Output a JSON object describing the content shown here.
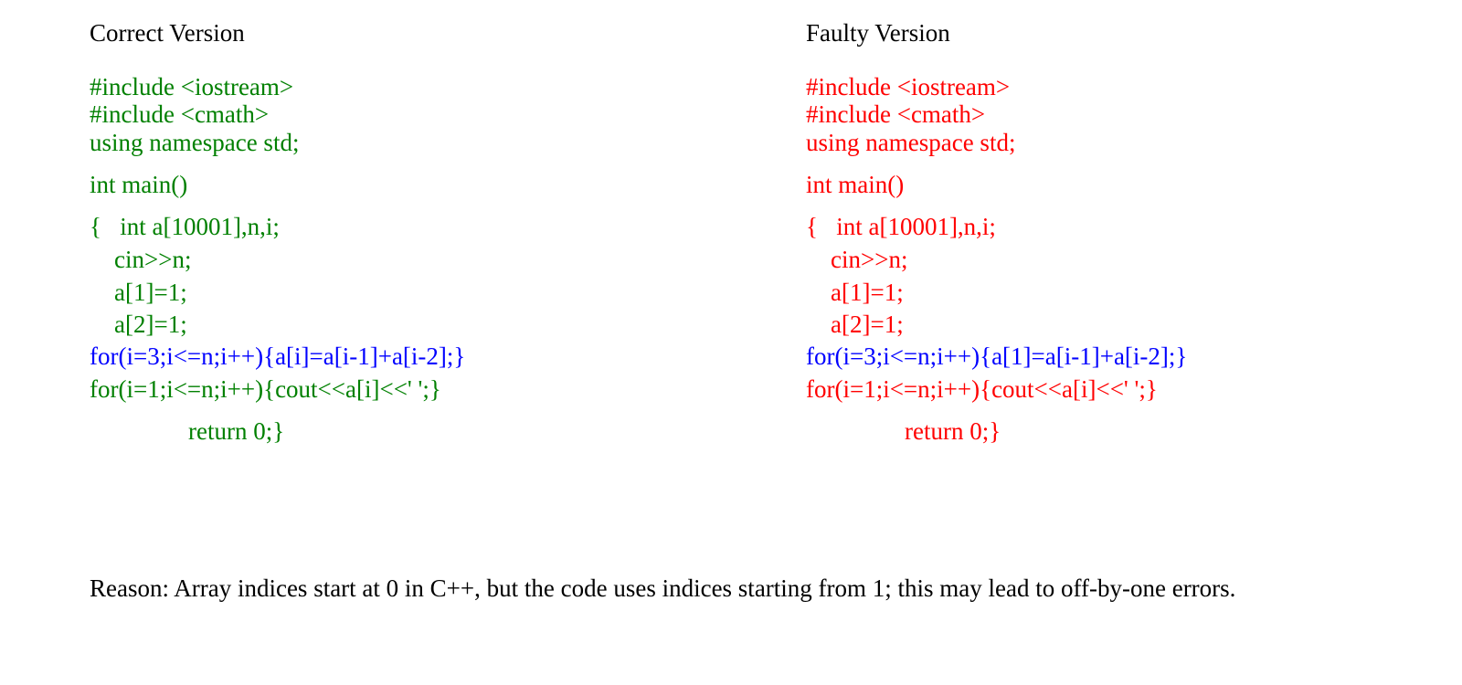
{
  "colors": {
    "correct_text": "#008000",
    "faulty_text": "#ff0000",
    "loop_highlight": "#0000ff",
    "heading_text": "#000000"
  },
  "correct": {
    "title": "Correct Version",
    "lines": [
      "#include <iostream>",
      "#include <cmath>",
      "using namespace std;",
      "int main()",
      "{   int a[10001],n,i;",
      "    cin>>n;",
      "    a[1]=1;",
      "    a[2]=1;",
      "for(i=3;i<=n;i++){a[i]=a[i-1]+a[i-2];}",
      "for(i=1;i<=n;i++){cout<<a[i]<<' ';}",
      "                return 0;}"
    ]
  },
  "faulty": {
    "title": "Faulty Version",
    "lines": [
      "#include <iostream>",
      "#include <cmath>",
      "using namespace std;",
      "int main()",
      "{   int a[10001],n,i;",
      "    cin>>n;",
      "    a[1]=1;",
      "    a[2]=1;",
      "for(i=3;i<=n;i++){a[1]=a[i-1]+a[i-2];}",
      "for(i=1;i<=n;i++){cout<<a[i]<<' ';}",
      "                return 0;}"
    ]
  },
  "reason": "Reason: Array indices start at 0 in C++, but the code uses indices starting from 1; this may lead to off-by-one errors."
}
